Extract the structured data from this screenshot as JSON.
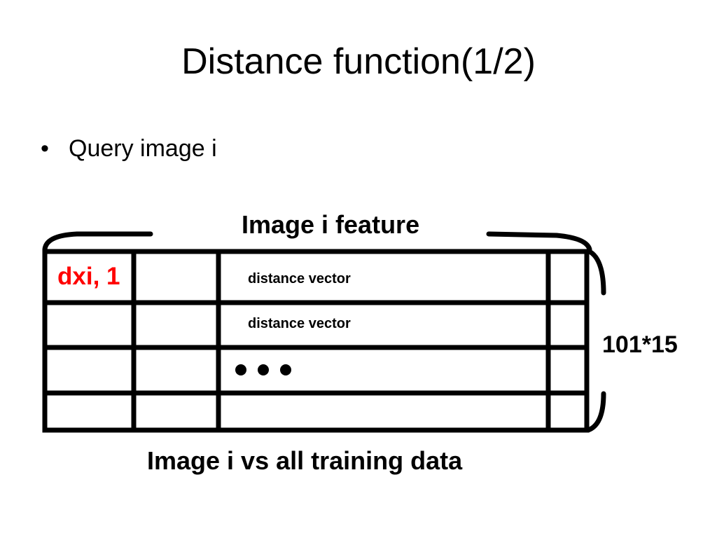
{
  "slide": {
    "title": "Distance function(1/2)",
    "bullet": "Query image i"
  },
  "diagram": {
    "top_label": "Image i feature",
    "bottom_label": "Image i vs all training data",
    "side_label": "101*15",
    "first_cell": "dxi, 1",
    "row_labels": [
      "distance vector",
      "distance vector"
    ],
    "ellipsis": "• • •",
    "colors": {
      "highlight": "#ff0000",
      "line": "#000000"
    }
  }
}
